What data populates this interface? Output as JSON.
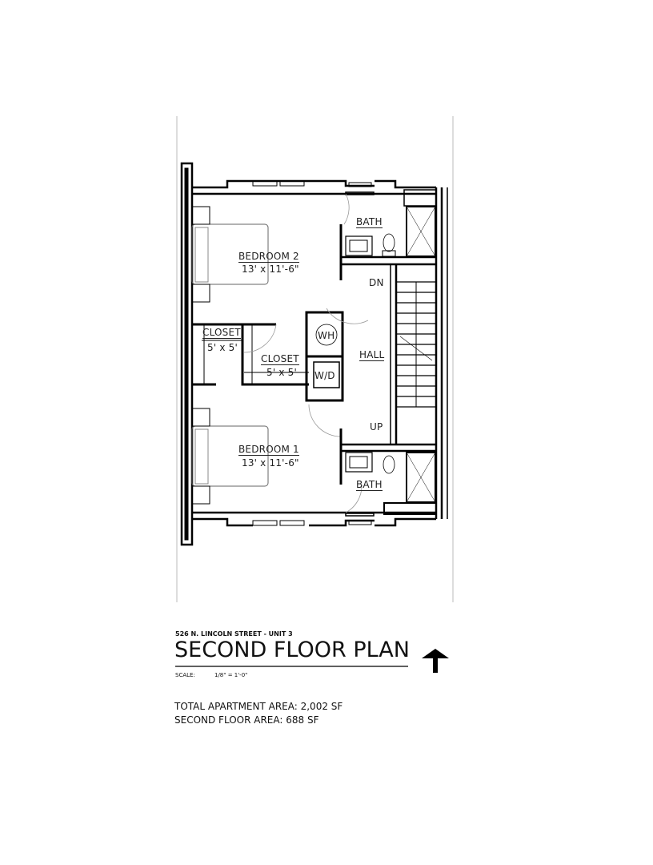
{
  "plan": {
    "rooms": {
      "bedroom2": {
        "name": "BEDROOM 2",
        "size": "13' x 11'-6\""
      },
      "bedroom1": {
        "name": "BEDROOM 1",
        "size": "13' x 11'-6\""
      },
      "closet_left": {
        "name": "CLOSET",
        "size": "5' x 5'"
      },
      "closet_center": {
        "name": "CLOSET",
        "size": "5' x 5'"
      },
      "bath_top": {
        "name": "BATH"
      },
      "bath_bottom": {
        "name": "BATH"
      },
      "hall": {
        "name": "HALL"
      },
      "wh": {
        "name": "WH"
      },
      "wd": {
        "name": "W/D"
      },
      "stair_dn": {
        "name": "DN"
      },
      "stair_up": {
        "name": "UP"
      }
    }
  },
  "title_block": {
    "address": "526 N. LINCOLN STREET - UNIT 3",
    "title": "SECOND FLOOR PLAN",
    "scale_label": "SCALE:",
    "scale_value": "1/8\" = 1'-0\"",
    "total_area": "TOTAL APARTMENT AREA: 2,002 SF",
    "floor_area": "SECOND FLOOR AREA: 688 SF",
    "north_arrow_icon": "north-arrow-icon"
  }
}
